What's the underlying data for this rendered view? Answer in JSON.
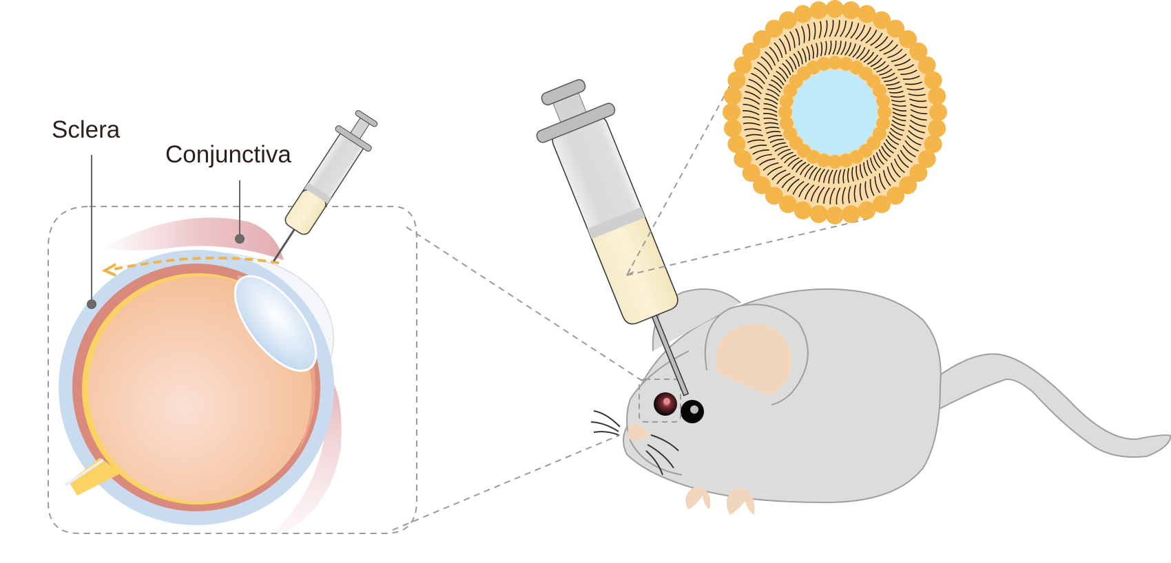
{
  "figure": {
    "description": "Subconjunctival injection of a nanoparticle formulation into a mouse eye",
    "labels": {
      "sclera": "Sclera",
      "conjunctiva": "Conjunctiva"
    },
    "panels": [
      {
        "id": "eye-cross-section",
        "annotations": [
          "Sclera",
          "Conjunctiva"
        ],
        "features": [
          "eyeball",
          "lens",
          "optic nerve",
          "injection path arrow",
          "syringe"
        ]
      },
      {
        "id": "mouse",
        "features": [
          "syringe",
          "injected eye",
          "zoom box"
        ]
      },
      {
        "id": "nanoparticle-inset",
        "features": [
          "outer head-group layer",
          "lipid tails",
          "inner head-group layer",
          "aqueous core"
        ]
      }
    ],
    "colors": {
      "headgroup": "#f4b54a",
      "tail_region": "#fbdca6",
      "core": "#bfeaf8",
      "mouse_body": "#dcdcdc",
      "mouse_outline": "#9e9e9e",
      "ear_inner": "#f1d6bd",
      "syringe_fluid": "#f8f0cf",
      "sclera": "#c9dcef",
      "choroid": "#d98a7d",
      "vitreous": "#f6c6a6",
      "retina": "#fbd364",
      "conjunctiva": "#e8b9bd",
      "arrow": "#f0b24a",
      "dashed_line": "#9a9a9a"
    }
  }
}
